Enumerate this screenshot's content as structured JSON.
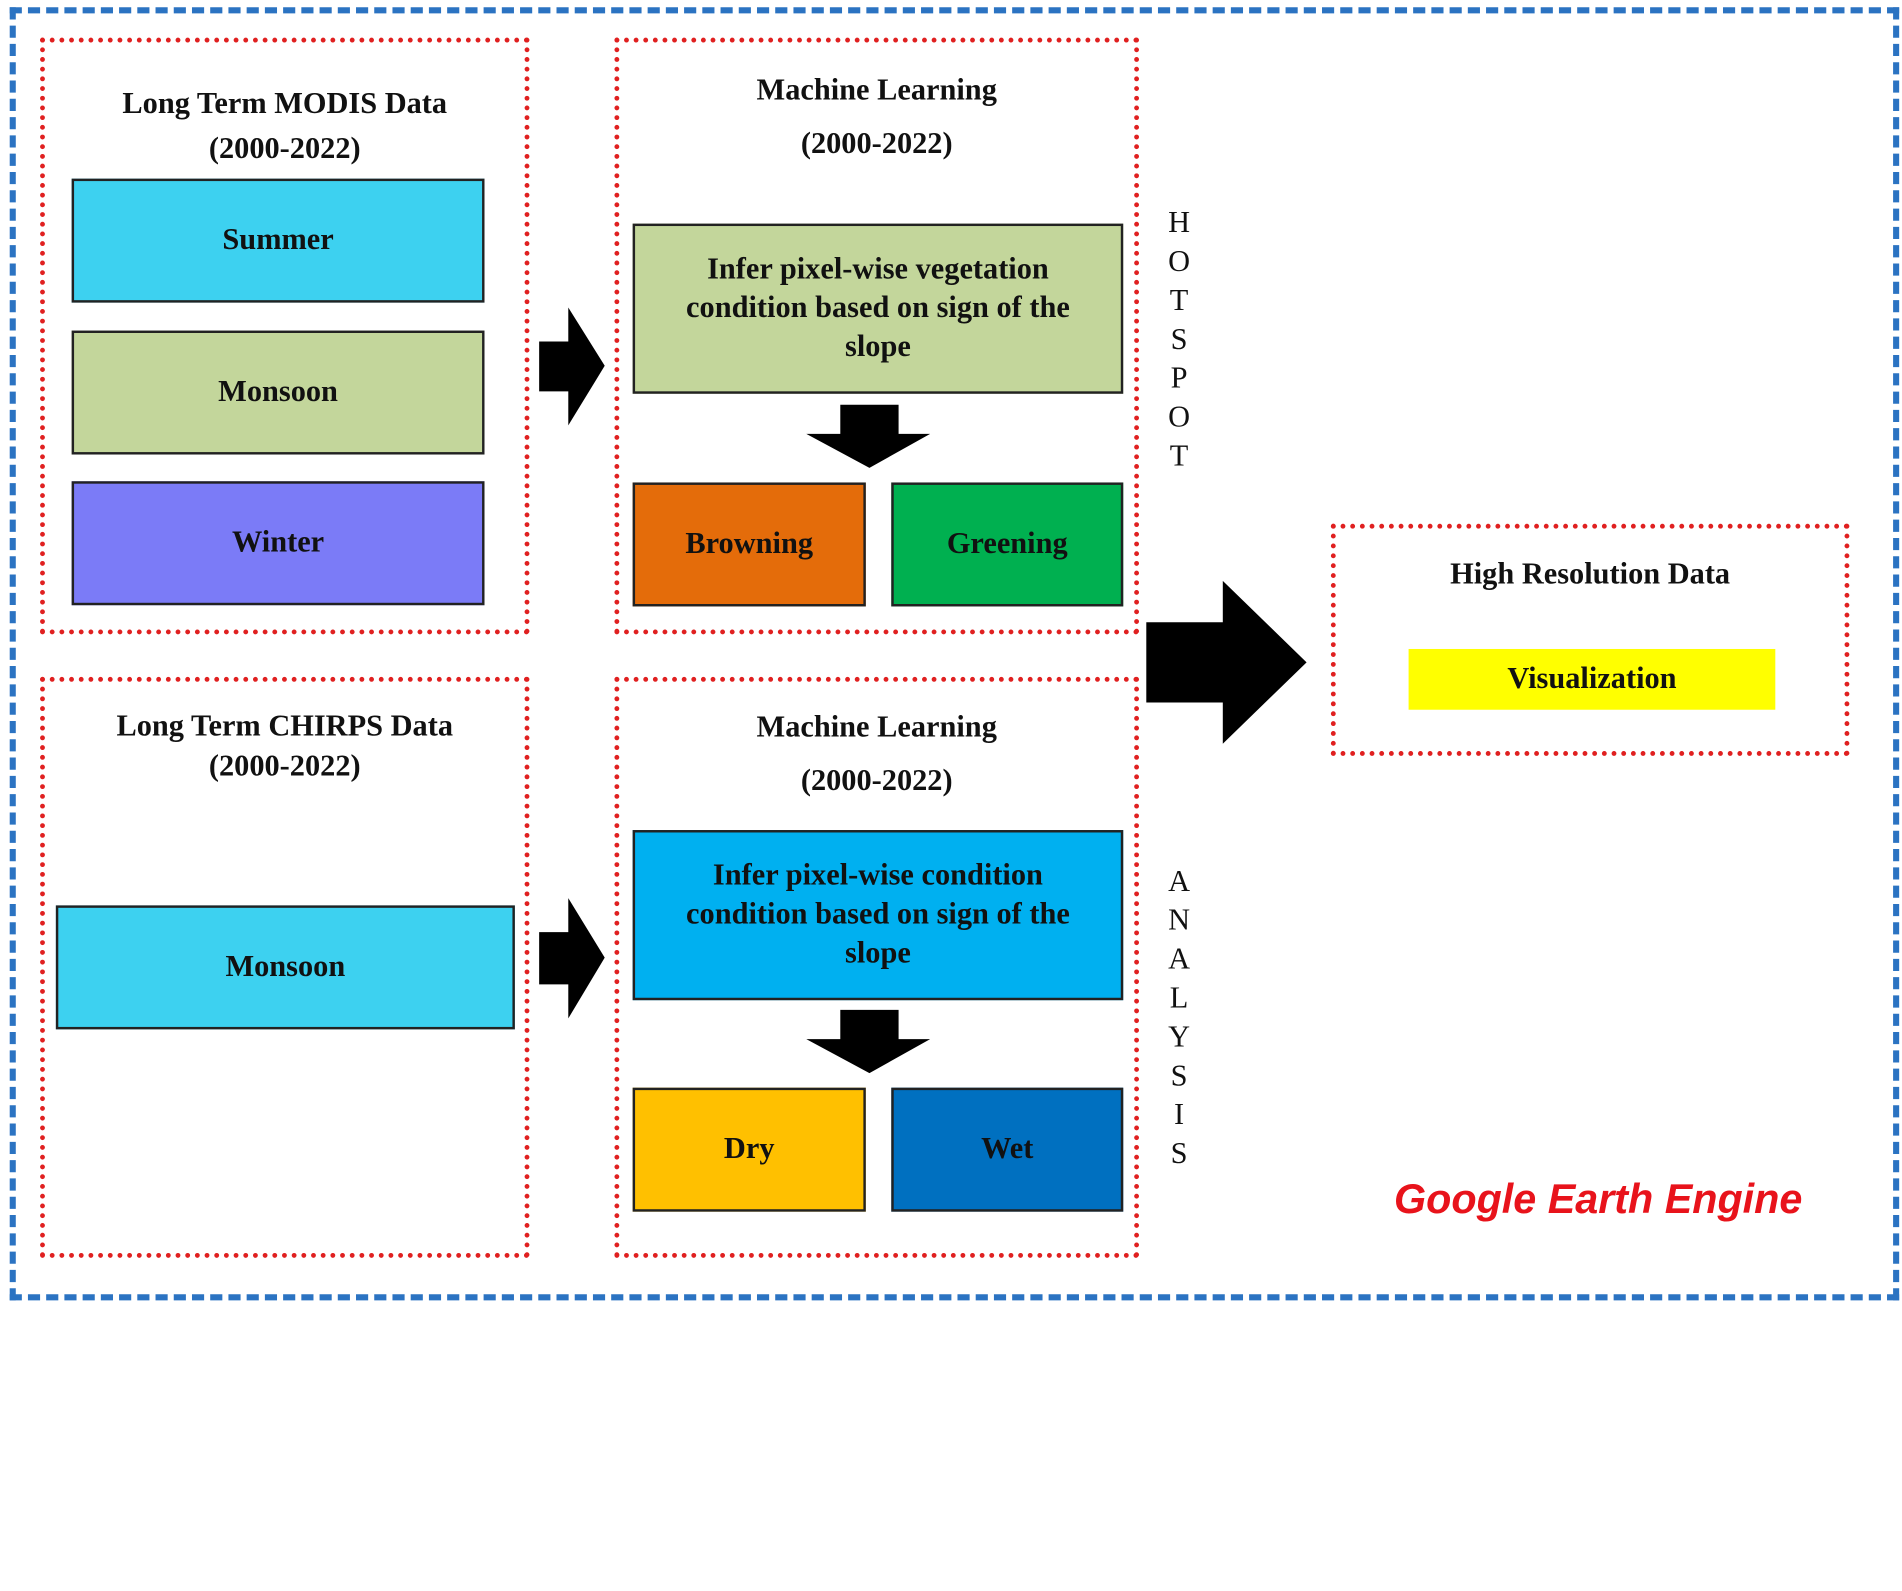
{
  "modis_panel": {
    "title_line1": "Long Term MODIS Data",
    "title_line2": "(2000-2022)",
    "seasons": [
      {
        "label": "Summer",
        "color": "#3dd1f0"
      },
      {
        "label": "Monsoon",
        "color": "#c3d69b"
      },
      {
        "label": "Winter",
        "color": "#7b7bf7"
      }
    ]
  },
  "chirps_panel": {
    "title_line1": "Long Term CHIRPS  Data",
    "title_line2": "(2000-2022)",
    "season": {
      "label": "Monsoon",
      "color": "#3dd1f0"
    }
  },
  "ml_top": {
    "title_line1": "Machine Learning",
    "title_line2": "(2000-2022)",
    "infer_text": "Infer pixel-wise vegetation condition based on sign of the slope",
    "infer_color": "#c3d69b",
    "outputs": [
      {
        "label": "Browning",
        "color": "#e46c0a"
      },
      {
        "label": "Greening",
        "color": "#00b050"
      }
    ]
  },
  "ml_bottom": {
    "title_line1": "Machine Learning",
    "title_line2": "(2000-2022)",
    "infer_text": "Infer pixel-wise condition condition based on sign of the slope",
    "infer_color": "#00b0f0",
    "outputs": [
      {
        "label": "Dry",
        "color": "#ffc000"
      },
      {
        "label": "Wet",
        "color": "#0070c0"
      }
    ]
  },
  "vertical_labels": {
    "hotspot": [
      "H",
      "O",
      "T",
      "S",
      "P",
      "O",
      "T"
    ],
    "analysis": [
      "A",
      "N",
      "A",
      "L",
      "Y",
      "S",
      "I",
      "S"
    ]
  },
  "output_panel": {
    "title": "High Resolution Data",
    "visualization_label": "Visualization",
    "visualization_color": "#ffff00"
  },
  "platform_label": "Google Earth Engine",
  "colors": {
    "frame": "#2b73c2",
    "panel_border": "#e02020",
    "platform_text": "#e8131b"
  }
}
